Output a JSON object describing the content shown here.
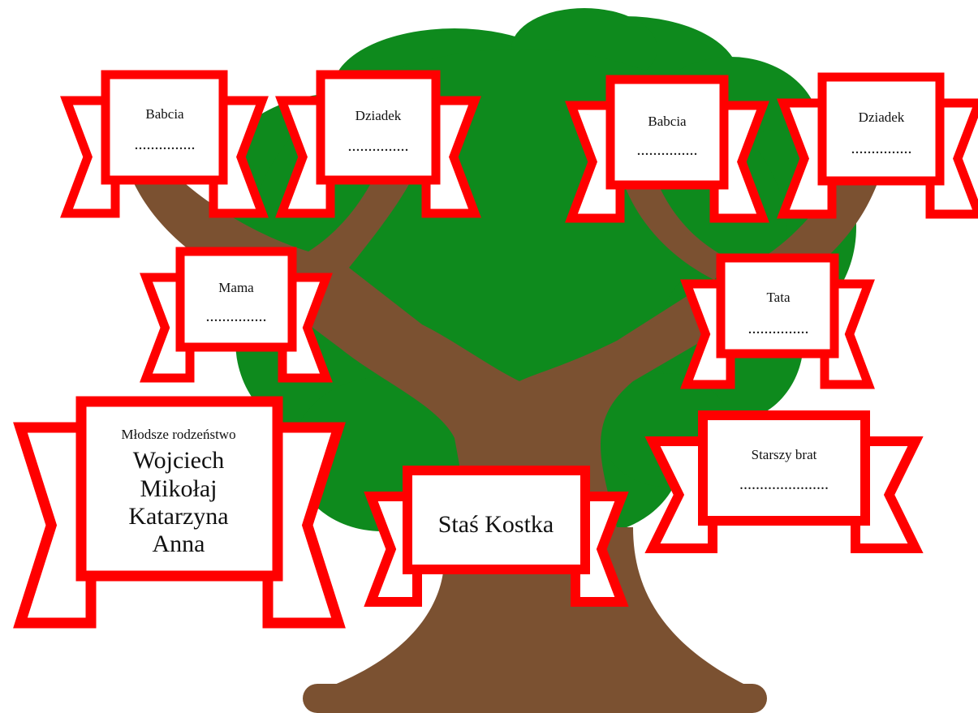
{
  "colors": {
    "ribbon": "#ff0000",
    "paper": "#ffffff",
    "trunk": "#7b5131",
    "foliage": "#0e8a1d",
    "text": "#111111"
  },
  "grandparents_maternal": {
    "grandma": {
      "label": "Babcia",
      "placeholder": "..............."
    },
    "grandpa": {
      "label": "Dziadek",
      "placeholder": "..............."
    }
  },
  "grandparents_paternal": {
    "grandma": {
      "label": "Babcia",
      "placeholder": "..............."
    },
    "grandpa": {
      "label": "Dziadek",
      "placeholder": "..............."
    }
  },
  "parents": {
    "mother": {
      "label": "Mama",
      "placeholder": "..............."
    },
    "father": {
      "label": "Tata",
      "placeholder": "..............."
    }
  },
  "siblings": {
    "younger": {
      "label": "Młodsze rodzeństwo",
      "names": [
        "Wojciech",
        "Mikołaj",
        "Katarzyna",
        "Anna"
      ]
    },
    "older": {
      "label": "Starszy brat",
      "placeholder": "......................"
    }
  },
  "self": {
    "name": "Staś Kostka"
  }
}
